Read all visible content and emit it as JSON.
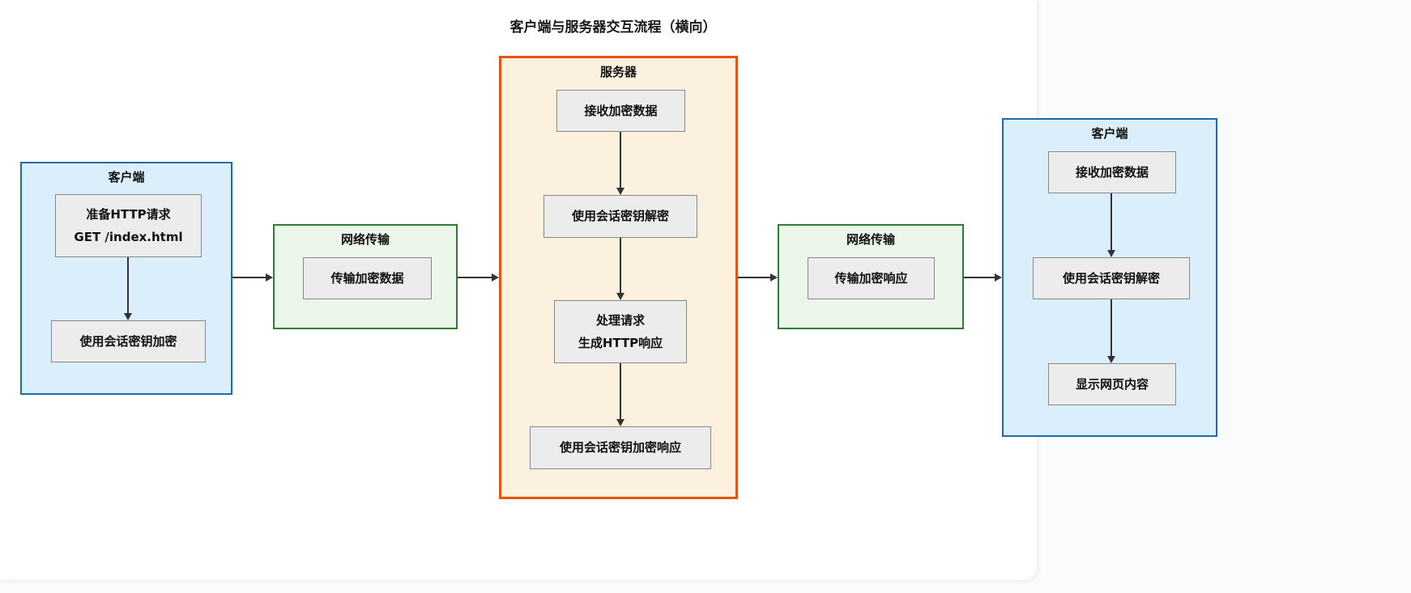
{
  "title": "客户端与服务器交互流程（横向）",
  "colors": {
    "client_border": "#1a6dad",
    "client_fill": "#daeefb",
    "network_border": "#2e7d32",
    "network_fill": "#edf6ea",
    "server_border": "#e8540d",
    "server_fill": "#fcf1de",
    "node_fill": "#ececec",
    "node_border": "#888888",
    "arrow": "#333333"
  },
  "containers": [
    {
      "id": "client-left",
      "label": "客户端",
      "nodes": [
        {
          "lines": [
            "准备HTTP请求",
            "GET /index.html"
          ]
        },
        {
          "lines": [
            "使用会话密钥加密"
          ]
        }
      ]
    },
    {
      "id": "network-1",
      "label": "网络传输",
      "nodes": [
        {
          "lines": [
            "传输加密数据"
          ]
        }
      ]
    },
    {
      "id": "server",
      "label": "服务器",
      "nodes": [
        {
          "lines": [
            "接收加密数据"
          ]
        },
        {
          "lines": [
            "使用会话密钥解密"
          ]
        },
        {
          "lines": [
            "处理请求",
            "生成HTTP响应"
          ]
        },
        {
          "lines": [
            "使用会话密钥加密响应"
          ]
        }
      ]
    },
    {
      "id": "network-2",
      "label": "网络传输",
      "nodes": [
        {
          "lines": [
            "传输加密响应"
          ]
        }
      ]
    },
    {
      "id": "client-right",
      "label": "客户端",
      "nodes": [
        {
          "lines": [
            "接收加密数据"
          ]
        },
        {
          "lines": [
            "使用会话密钥解密"
          ]
        },
        {
          "lines": [
            "显示网页内容"
          ]
        }
      ]
    }
  ]
}
